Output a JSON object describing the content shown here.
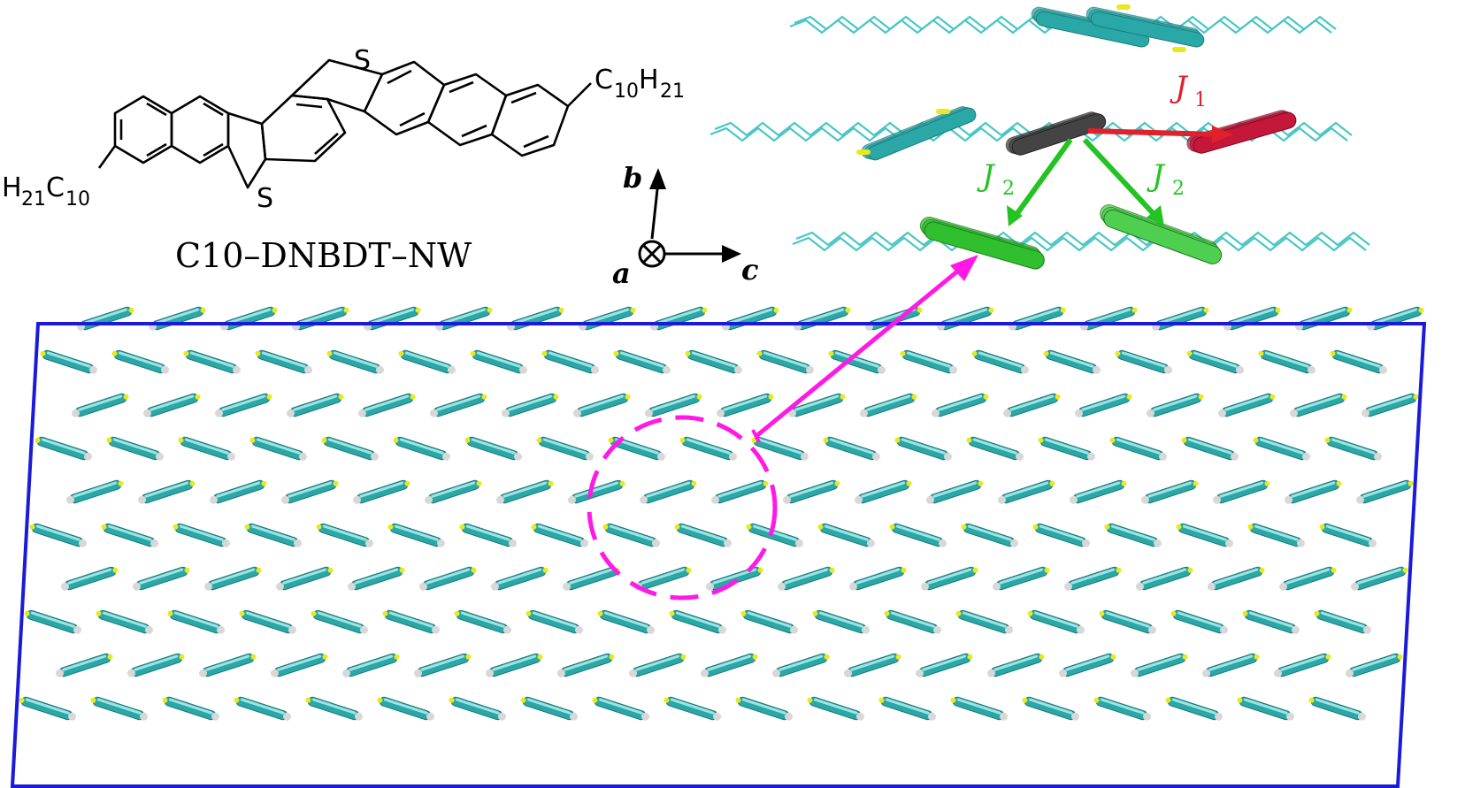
{
  "molecule": {
    "name": "C10–DNBDT–NW",
    "sulfur_atom": "S",
    "substituent_right": {
      "main": "C",
      "sub1": "10",
      "h": "H",
      "sub2": "21"
    },
    "substituent_left": {
      "h": "H",
      "sub1": "21",
      "main": "C",
      "sub2": "10"
    }
  },
  "axes": {
    "a": "a",
    "b": "b",
    "c": "c"
  },
  "couplings": {
    "j1": {
      "symbol": "J",
      "index": "1",
      "color": "#e0202a"
    },
    "j2": {
      "symbol": "J",
      "index": "2",
      "color": "#22c322"
    }
  },
  "colors": {
    "cell_box": "#1a1adb",
    "highlight": "#ff19e6",
    "molecule_body": "#2aa7a7",
    "alkyl_chain": "#49c6c6",
    "sulfur": "#e9e91c",
    "central_molecule": "#444444",
    "j1_partner": "#c4173a",
    "j2_partner": "#2fbf2f"
  },
  "lattice": {
    "rows": 10,
    "cols": 19
  }
}
